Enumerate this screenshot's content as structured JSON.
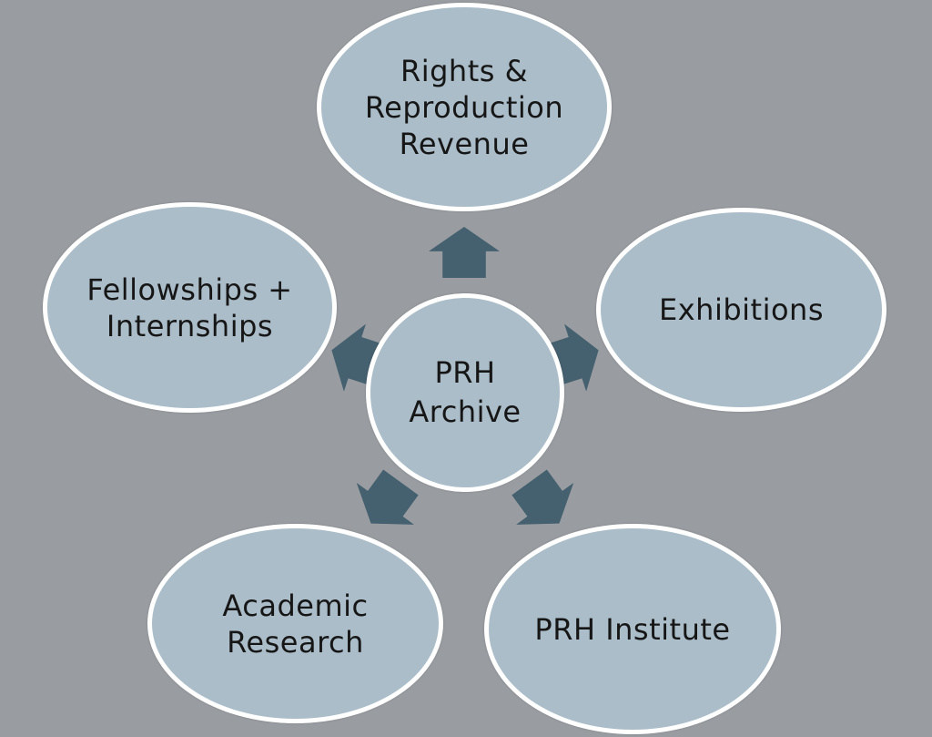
{
  "diagram": {
    "type": "radial-hub-spoke",
    "hub": {
      "id": "prh-archive",
      "label": "PRH\nArchive"
    },
    "nodes": [
      {
        "id": "rights-reproduction-revenue",
        "position": "top",
        "label": "Rights &\nReproduction\nRevenue"
      },
      {
        "id": "fellowships-internships",
        "position": "left",
        "label": "Fellowships +\nInternships"
      },
      {
        "id": "exhibitions",
        "position": "right",
        "label": "Exhibitions"
      },
      {
        "id": "academic-research",
        "position": "bottom-left",
        "label": "Academic\nResearch"
      },
      {
        "id": "prh-institute",
        "position": "bottom-right",
        "label": "PRH Institute"
      }
    ],
    "arrows": [
      {
        "from": "prh-archive",
        "to": "rights-reproduction-revenue",
        "direction": "up"
      },
      {
        "from": "prh-archive",
        "to": "fellowships-internships",
        "direction": "upper-left"
      },
      {
        "from": "prh-archive",
        "to": "exhibitions",
        "direction": "upper-right"
      },
      {
        "from": "prh-archive",
        "to": "academic-research",
        "direction": "lower-left"
      },
      {
        "from": "prh-archive",
        "to": "prh-institute",
        "direction": "lower-right"
      }
    ],
    "colors": {
      "background": "#999da1",
      "node_fill": "#aabdc9",
      "node_border": "#ffffff",
      "arrow": "#45606f",
      "text": "#161616"
    }
  }
}
